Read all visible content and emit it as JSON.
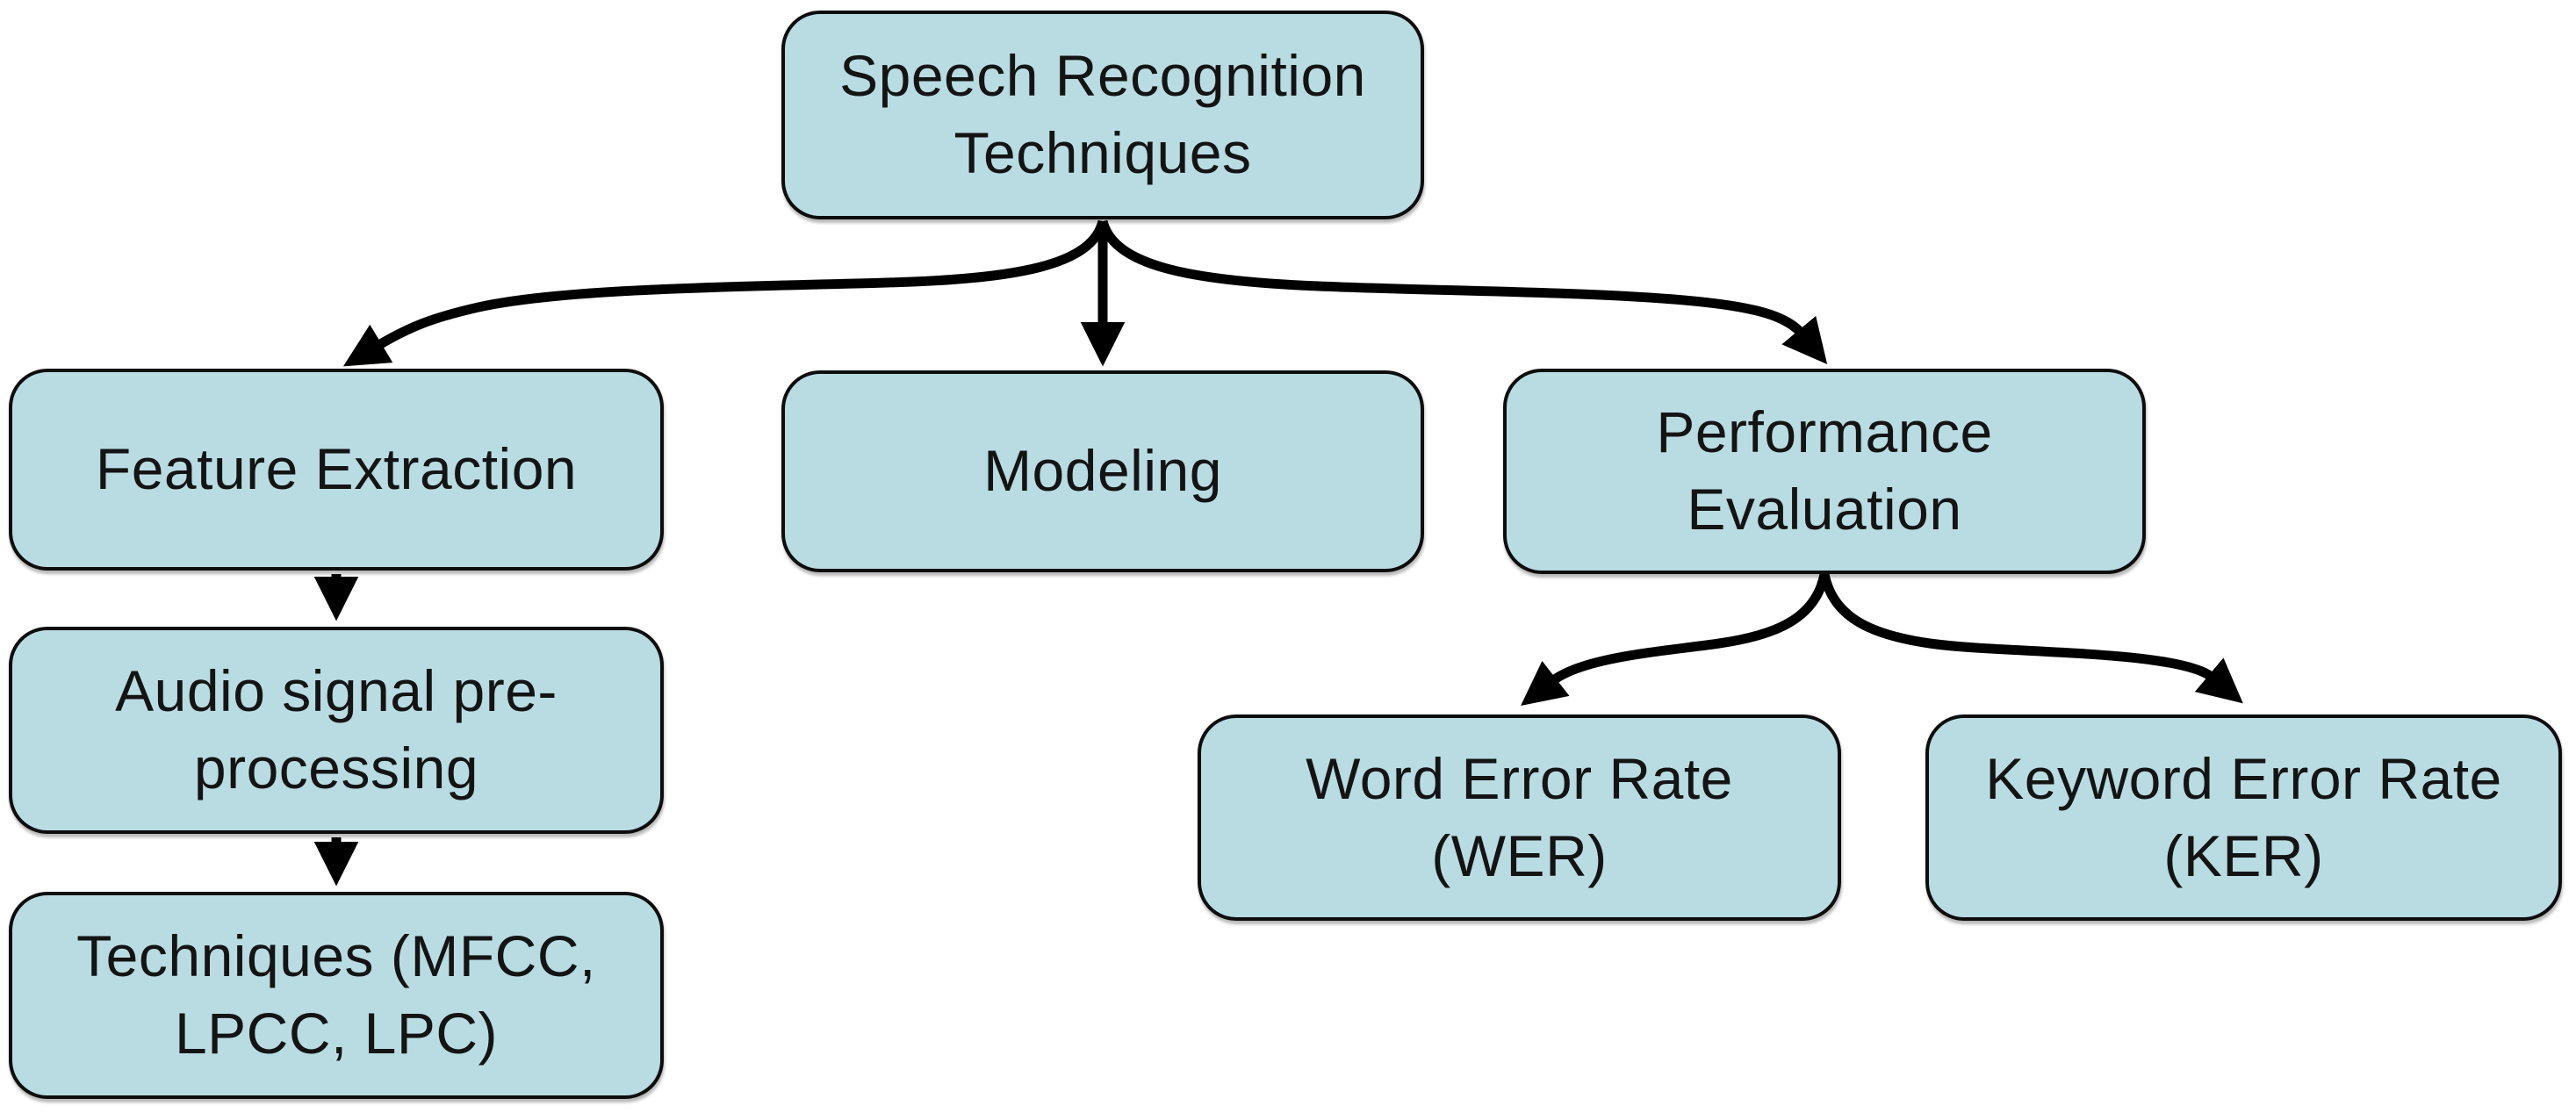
{
  "diagram": {
    "background_color": "#ffffff",
    "node_fill": "#b9dce2",
    "node_border": "#0d0d0d",
    "arrow_color": "#000000",
    "nodes": {
      "root": {
        "label": "Speech Recognition\nTechniques"
      },
      "feature_extraction": {
        "label": "Feature Extraction"
      },
      "modeling": {
        "label": "Modeling"
      },
      "performance_evaluation": {
        "label": "Performance\nEvaluation"
      },
      "audio_preprocessing": {
        "label": "Audio signal pre-\nprocessing"
      },
      "techniques": {
        "label": "Techniques (MFCC,\nLPCC, LPC)"
      },
      "word_error_rate": {
        "label": "Word Error Rate\n(WER)"
      },
      "keyword_error_rate": {
        "label": "Keyword Error Rate\n(KER)"
      }
    },
    "edges": [
      {
        "from": "Speech Recognition Techniques",
        "to": "Feature Extraction"
      },
      {
        "from": "Speech Recognition Techniques",
        "to": "Modeling"
      },
      {
        "from": "Speech Recognition Techniques",
        "to": "Performance Evaluation"
      },
      {
        "from": "Feature Extraction",
        "to": "Audio signal pre-processing"
      },
      {
        "from": "Audio signal pre-processing",
        "to": "Techniques (MFCC, LPCC, LPC)"
      },
      {
        "from": "Performance Evaluation",
        "to": "Word Error Rate (WER)"
      },
      {
        "from": "Performance Evaluation",
        "to": "Keyword Error Rate (KER)"
      }
    ]
  }
}
